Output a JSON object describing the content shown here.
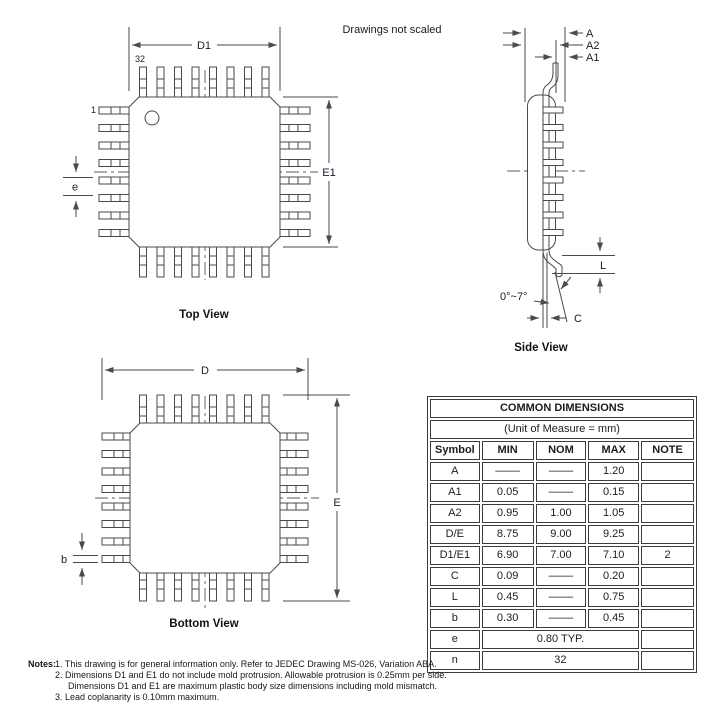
{
  "header": {
    "note": "Drawings not scaled"
  },
  "top_view": {
    "title": "Top View",
    "labels": {
      "d1": "D1",
      "e1": "E1",
      "e": "e",
      "pin32": "32",
      "pin1": "1"
    }
  },
  "side_view": {
    "title": "Side View",
    "labels": {
      "a": "A",
      "a2": "A2",
      "a1": "A1",
      "angle": "0°~7°",
      "c": "C",
      "l": "L"
    }
  },
  "bottom_view": {
    "title": "Bottom View",
    "labels": {
      "d": "D",
      "e": "E",
      "b": "b"
    }
  },
  "table": {
    "title": "COMMON DIMENSIONS",
    "subtitle": "(Unit of Measure = mm)",
    "headers": [
      "Symbol",
      "MIN",
      "NOM",
      "MAX",
      "NOTE"
    ],
    "rows": [
      {
        "symbol": "A",
        "min": "––––",
        "nom": "––––",
        "max": "1.20",
        "note": ""
      },
      {
        "symbol": "A1",
        "min": "0.05",
        "nom": "––––",
        "max": "0.15",
        "note": ""
      },
      {
        "symbol": "A2",
        "min": "0.95",
        "nom": "1.00",
        "max": "1.05",
        "note": ""
      },
      {
        "symbol": "D/E",
        "min": "8.75",
        "nom": "9.00",
        "max": "9.25",
        "note": ""
      },
      {
        "symbol": "D1/E1",
        "min": "6.90",
        "nom": "7.00",
        "max": "7.10",
        "note": "2"
      },
      {
        "symbol": "C",
        "min": "0.09",
        "nom": "––––",
        "max": "0.20",
        "note": ""
      },
      {
        "symbol": "L",
        "min": "0.45",
        "nom": "––––",
        "max": "0.75",
        "note": ""
      },
      {
        "symbol": "b",
        "min": "0.30",
        "nom": "––––",
        "max": "0.45",
        "note": ""
      }
    ],
    "span_rows": [
      {
        "symbol": "e",
        "value": "0.80 TYP.",
        "note": ""
      },
      {
        "symbol": "n",
        "value": "32",
        "note": ""
      }
    ]
  },
  "notes": {
    "label": "Notes:",
    "items": [
      "1.  This drawing is for general information only. Refer to JEDEC Drawing MS-026, Variation ABA.",
      "2.  Dimensions D1 and E1 do not include mold protrusion. Allowable protrusion is 0.25mm per side.",
      "Dimensions D1 and E1 are maximum plastic body size dimensions including mold mismatch.",
      "3.  Lead coplanarity is 0.10mm maximum."
    ]
  }
}
